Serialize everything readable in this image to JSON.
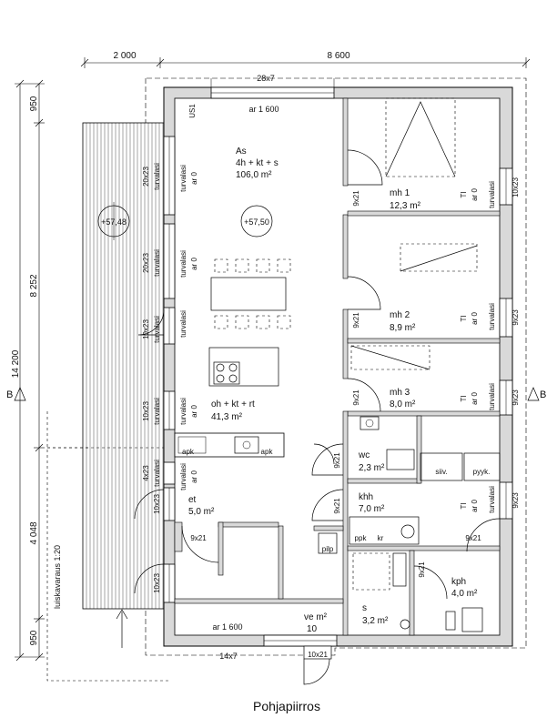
{
  "title": "Pohjapiirros",
  "dimensions": {
    "top_left": "2 000",
    "top_right": "8 600",
    "left_total": "14 200",
    "left_950_top": "950",
    "left_8252": "8 252",
    "left_4048": "4 048",
    "left_950_bottom": "950",
    "ramp": "luiskavaraus 1:20"
  },
  "section_marks": {
    "left": "B",
    "right": "B"
  },
  "elevations": {
    "terrace": "+57,48",
    "living": "+57,50"
  },
  "windows": {
    "top": "28x7",
    "bottom": "14x7",
    "w1": "20x23",
    "w2": "20x23",
    "w3": "10x23",
    "w4": "10x23",
    "w5": "4x23",
    "w6": "10x23",
    "w7": "10x23",
    "r1": "10x23",
    "r2": "9x23",
    "r3": "9x23",
    "r4": "9x23"
  },
  "tags": {
    "us1": "US1",
    "ar1600_top": "ar 1 600",
    "ar1600_bottom": "ar 1 600",
    "turvalasi": "turvalasi",
    "ar0": "ar 0",
    "ti": "TI",
    "apk": "apk",
    "siiv": "siiv.",
    "pyyk": "pyyk.",
    "ppk": "ppk",
    "kr": "kr",
    "pilp": "pilp"
  },
  "rooms": {
    "as_name": "As",
    "as_composition": "4h + kt + s",
    "as_area": "106,0 m²",
    "living_name": "oh + kt + rt",
    "living_area": "41,3 m²",
    "et_name": "et",
    "et_area": "5,0 m²",
    "mh1_name": "mh 1",
    "mh1_area": "12,3 m²",
    "mh2_name": "mh 2",
    "mh2_area": "8,9 m²",
    "mh3_name": "mh 3",
    "mh3_area": "8,0 m²",
    "wc_name": "wc",
    "wc_area": "2,3 m²",
    "khh_name": "khh",
    "khh_area": "7,0 m²",
    "kph_name": "kph",
    "kph_area": "4,0 m²",
    "s_name": "s",
    "s_area": "3,2 m²",
    "ve_name": "ve m²",
    "ve_area": "10"
  },
  "doors": {
    "mh1": "9x21",
    "mh2": "9x21",
    "mh3": "9x21",
    "wc": "9x21",
    "khh": "9x21",
    "et": "9x21",
    "kph": "9x21",
    "khh_out": "9x21",
    "entry": "10x21"
  }
}
